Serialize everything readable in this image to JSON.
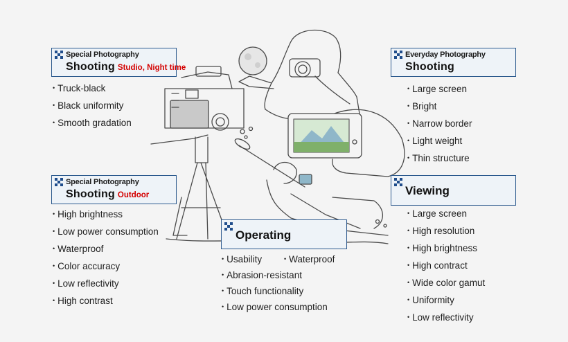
{
  "colors": {
    "box_border": "#2c5a8e",
    "box_fill": "#eef3f8",
    "accent_red": "#d40000",
    "logo_blue": "#1f4d8c"
  },
  "sections": {
    "special_studio": {
      "small_title": "Special Photography",
      "big_title": "Shooting",
      "qualifier": "Studio, Night time",
      "items": [
        "Truck-black",
        "Black uniformity",
        "Smooth gradation"
      ]
    },
    "special_outdoor": {
      "small_title": "Special Photography",
      "big_title": "Shooting",
      "qualifier": "Outdoor",
      "items": [
        "High brightness",
        "Low power consumption",
        "Waterproof",
        "Color accuracy",
        "Low reflectivity",
        "High contrast"
      ]
    },
    "everyday": {
      "small_title": "Everyday Photography",
      "big_title": "Shooting",
      "items": [
        "Large screen",
        "Bright",
        "Narrow border",
        "Light weight",
        "Thin structure"
      ]
    },
    "viewing": {
      "title": "Viewing",
      "items": [
        "Large screen",
        "High resolution",
        "High brightness",
        "High contract",
        "Wide color gamut",
        "Uniformity",
        "Low reflectivity"
      ]
    },
    "operating": {
      "title": "Operating",
      "items": [
        "Usability",
        "Waterproof",
        "Abrasion-resistant",
        "Touch functionality",
        "Low power consumption"
      ]
    }
  }
}
